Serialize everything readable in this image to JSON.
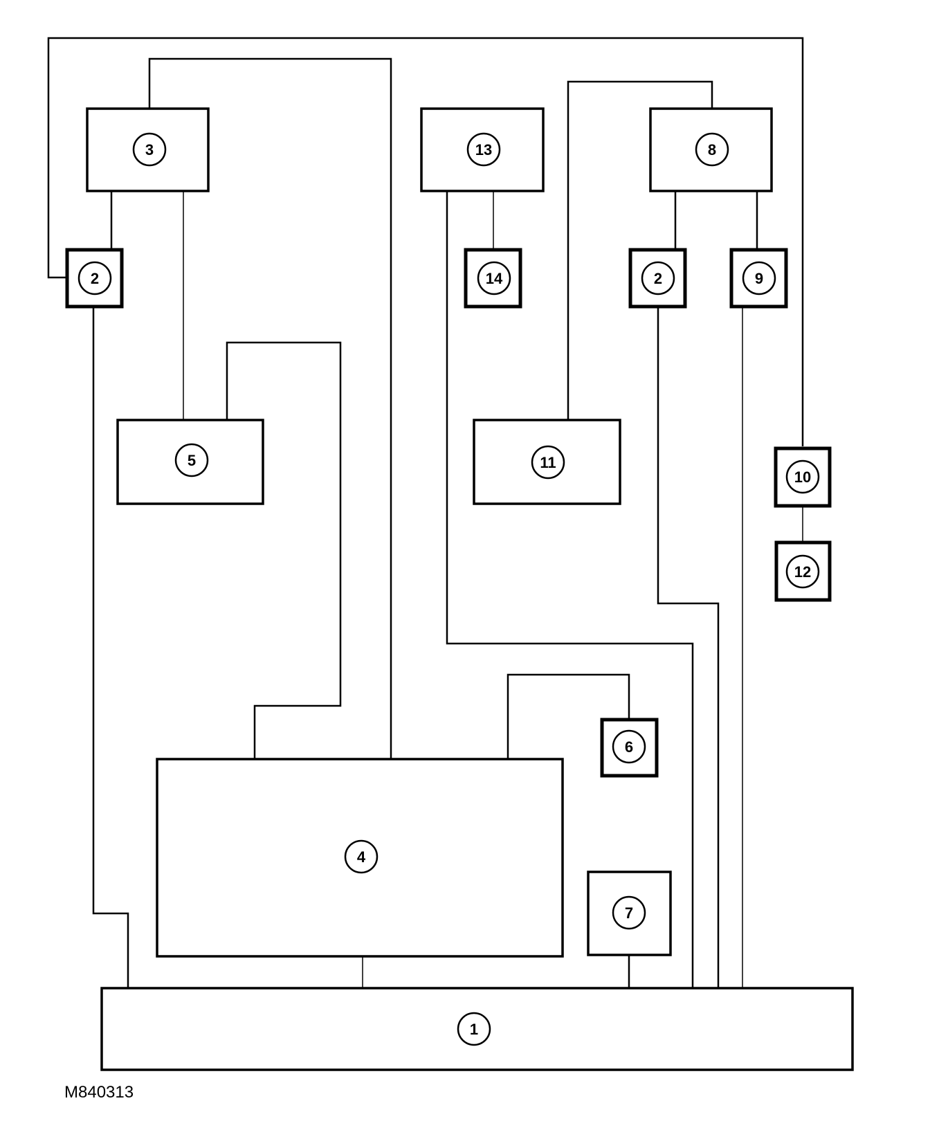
{
  "components": {
    "c1": "1",
    "c2a": "2",
    "c2b": "2",
    "c3": "3",
    "c4": "4",
    "c5": "5",
    "c6": "6",
    "c7": "7",
    "c8": "8",
    "c9": "9",
    "c10": "10",
    "c11": "11",
    "c12": "12",
    "c13": "13",
    "c14": "14"
  },
  "figure_ref": "M840313"
}
